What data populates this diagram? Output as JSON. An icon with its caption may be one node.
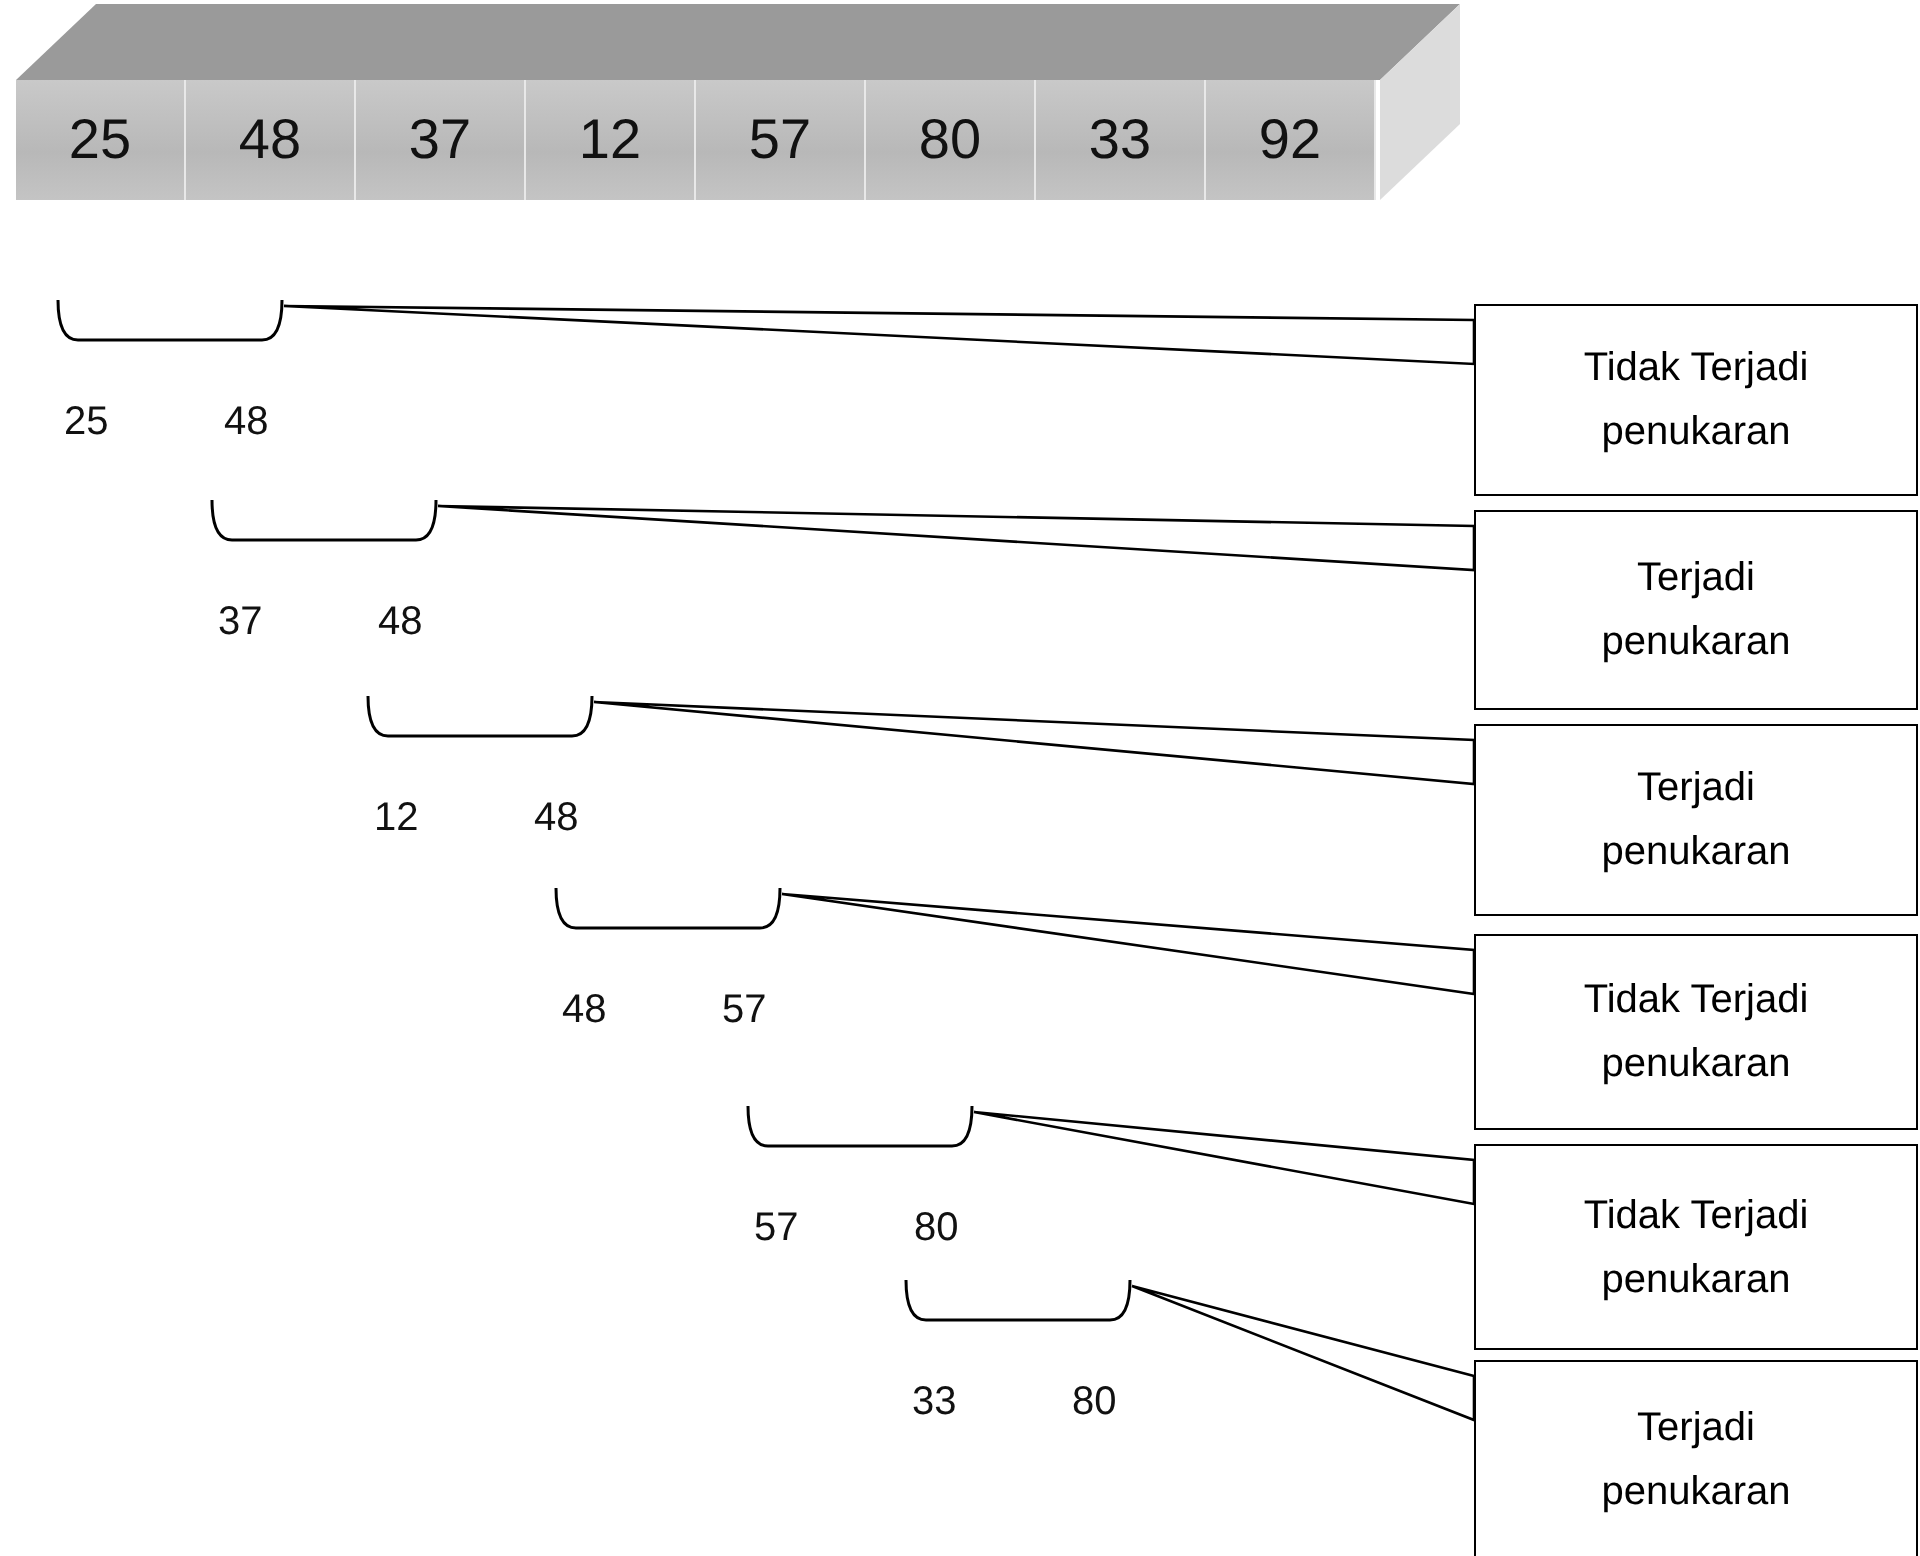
{
  "diagram": {
    "nodes": [
      {
        "text": [
          "25"
        ]
      },
      {
        "text": [
          "48"
        ]
      },
      {
        "text": [
          "37"
        ]
      },
      {
        "text": [
          "12"
        ]
      },
      {
        "text": [
          "57"
        ]
      },
      {
        "text": [
          "80"
        ]
      },
      {
        "text": [
          "33"
        ]
      },
      {
        "text": [
          "92"
        ]
      },
      {
        "text": [],
        "shape": "bracket",
        "beside": [
          "25",
          "48"
        ]
      },
      {
        "text": [],
        "shape": "bracket",
        "beside": [
          "37",
          "48"
        ]
      },
      {
        "text": [],
        "shape": "bracket",
        "beside": [
          "12",
          "48"
        ]
      },
      {
        "text": [],
        "shape": "bracket",
        "beside": [
          "48",
          "57"
        ]
      },
      {
        "text": [],
        "shape": "bracket",
        "beside": [
          "57",
          "80"
        ]
      },
      {
        "text": [],
        "shape": "bracket",
        "beside": [
          "33",
          "80"
        ]
      },
      {
        "text": [
          "Tidak Terjadi penukaran"
        ]
      },
      {
        "text": [
          "Terjadi penukaran"
        ]
      },
      {
        "text": [
          "Terjadi penukaran"
        ]
      },
      {
        "text": [
          "Tidak Terjadi penukaran"
        ]
      },
      {
        "text": [
          "Tidak Terjadi penukaran"
        ]
      },
      {
        "text": [
          "Terjadi penukaran"
        ]
      }
    ],
    "edges": [
      {
        "from": 14,
        "to": 8,
        "arrow": "none"
      },
      {
        "from": 15,
        "to": 9,
        "arrow": "none"
      },
      {
        "from": 16,
        "to": 10,
        "arrow": "none"
      },
      {
        "from": 17,
        "to": 11,
        "arrow": "none"
      },
      {
        "from": 18,
        "to": 12,
        "arrow": "none"
      },
      {
        "from": 19,
        "to": 13,
        "arrow": "none"
      }
    ]
  }
}
